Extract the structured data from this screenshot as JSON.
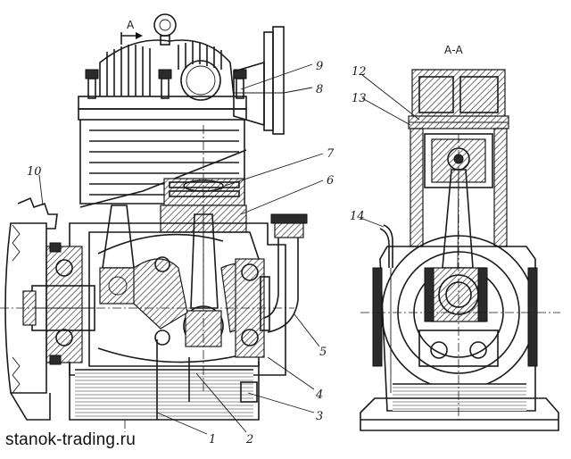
{
  "section": {
    "marker": "А",
    "title": "А-А"
  },
  "callouts": [
    "1",
    "2",
    "3",
    "4",
    "5",
    "6",
    "7",
    "8",
    "9",
    "10",
    "12",
    "13",
    "14"
  ],
  "watermark": "stanok-trading.ru"
}
